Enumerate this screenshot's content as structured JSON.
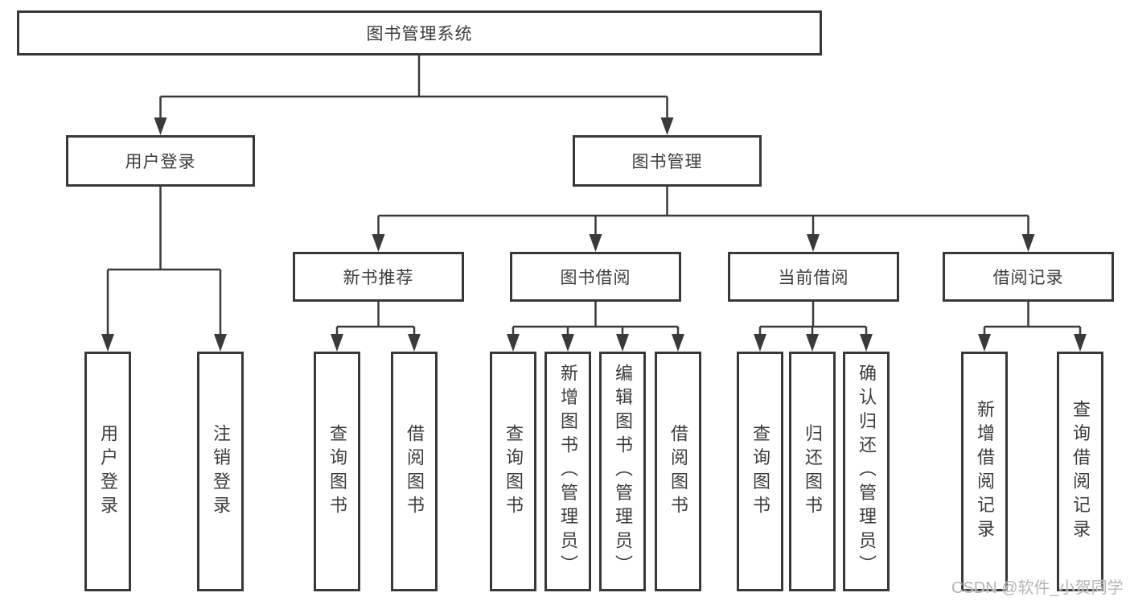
{
  "diagram": {
    "type": "tree",
    "root": {
      "label": "图书管理系统"
    },
    "level2": [
      {
        "label": "用户登录",
        "parent": "图书管理系统"
      },
      {
        "label": "图书管理",
        "parent": "图书管理系统"
      }
    ],
    "level3": [
      {
        "label": "新书推荐",
        "parent": "图书管理"
      },
      {
        "label": "图书借阅",
        "parent": "图书管理"
      },
      {
        "label": "当前借阅",
        "parent": "图书管理"
      },
      {
        "label": "借阅记录",
        "parent": "图书管理"
      }
    ],
    "leaves": [
      {
        "label": "用户登录",
        "parent": "用户登录"
      },
      {
        "label": "注销登录",
        "parent": "用户登录"
      },
      {
        "label": "查询图书",
        "parent": "新书推荐"
      },
      {
        "label": "借阅图书",
        "parent": "新书推荐"
      },
      {
        "label": "查询图书",
        "parent": "图书借阅"
      },
      {
        "label": "新增图书（管理员）",
        "parent": "图书借阅"
      },
      {
        "label": "编辑图书（管理员）",
        "parent": "图书借阅"
      },
      {
        "label": "借阅图书",
        "parent": "图书借阅"
      },
      {
        "label": "查询图书",
        "parent": "当前借阅"
      },
      {
        "label": "归还图书",
        "parent": "当前借阅"
      },
      {
        "label": "确认归还（管理员）",
        "parent": "当前借阅"
      },
      {
        "label": "新增借阅记录",
        "parent": "借阅记录"
      },
      {
        "label": "查询借阅记录",
        "parent": "借阅记录"
      }
    ]
  },
  "watermark": {
    "text": "CSDN @软件_小贺同学"
  },
  "colors": {
    "border": "#383838",
    "text": "#3c3c3c",
    "line": "#3a3a3a",
    "watermark": "#b5b5b5",
    "background": "#ffffff"
  }
}
